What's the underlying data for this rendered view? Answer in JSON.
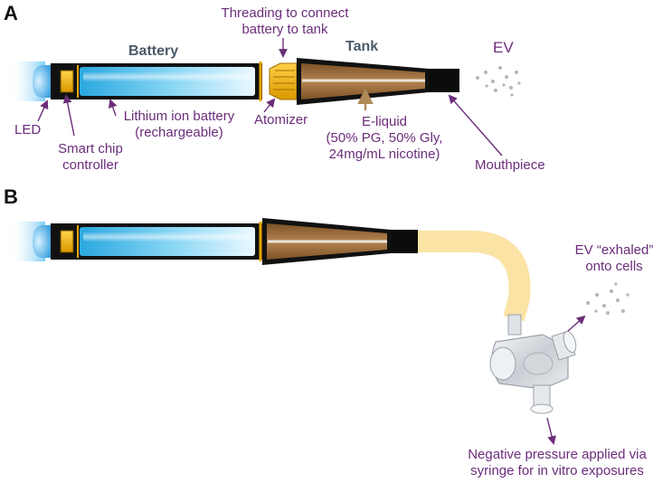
{
  "panels": {
    "a": "A",
    "b": "B"
  },
  "headers": {
    "battery": "Battery",
    "tank": "Tank"
  },
  "labels": {
    "threading_line1": "Threading to connect",
    "threading_line2": "battery to tank",
    "ev": "EV",
    "led": "LED",
    "smart_chip_line1": "Smart chip",
    "smart_chip_line2": "controller",
    "lithium_line1": "Lithium ion battery",
    "lithium_line2": "(rechargeable)",
    "atomizer": "Atomizer",
    "eliquid_line1": "E-liquid",
    "eliquid_line2": "(50% PG, 50% Gly,",
    "eliquid_line3": "24mg/mL nicotine)",
    "mouthpiece": "Mouthpiece",
    "ev_exhaled_line1": "EV “exhaled”",
    "ev_exhaled_line2": "onto cells",
    "negative_line1": "Negative pressure applied via",
    "negative_line2": "syringe for in vitro exposures"
  },
  "colors": {
    "label_text": "#6b2d7a",
    "arrow": "#6b2d7a",
    "eliquid_arrow": "#b08a55",
    "battery_glow": "#7fd3f5",
    "tank_fill": "#9b6a3c",
    "atomizer_gold": "#f0b400",
    "tube": "#fbe3a6"
  }
}
